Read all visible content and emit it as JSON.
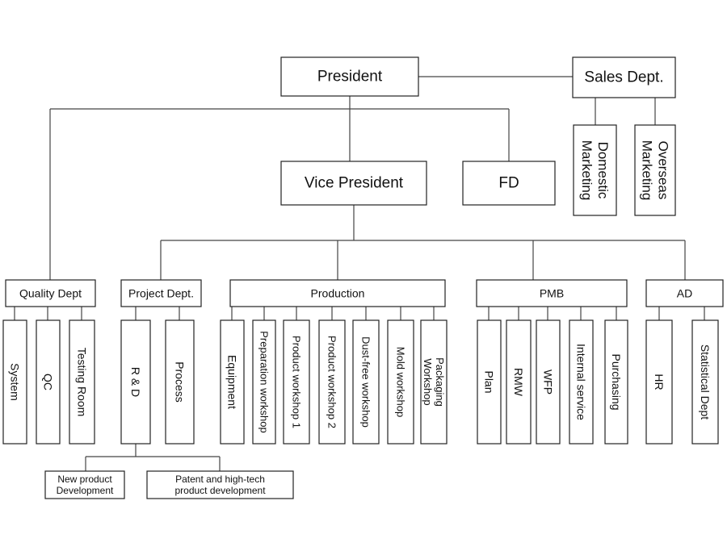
{
  "org_chart": {
    "nodes": [
      {
        "id": "president",
        "label": [
          "President"
        ],
        "parent": null
      },
      {
        "id": "sales",
        "label": [
          "Sales Dept."
        ],
        "parent": "president"
      },
      {
        "id": "domestic",
        "label": [
          "Domestic",
          "Marketing"
        ],
        "parent": "sales"
      },
      {
        "id": "overseas",
        "label": [
          "Overseas",
          "Marketing"
        ],
        "parent": "sales"
      },
      {
        "id": "vp",
        "label": [
          "Vice President"
        ],
        "parent": "president"
      },
      {
        "id": "fd",
        "label": [
          "FD"
        ],
        "parent": "president"
      },
      {
        "id": "quality",
        "label": [
          "Quality Dept"
        ],
        "parent": "president"
      },
      {
        "id": "system",
        "label": [
          "System"
        ],
        "parent": "quality"
      },
      {
        "id": "qc",
        "label": [
          "QC"
        ],
        "parent": "quality"
      },
      {
        "id": "testing",
        "label": [
          "Testing Room"
        ],
        "parent": "quality"
      },
      {
        "id": "project",
        "label": [
          "Project Dept."
        ],
        "parent": "vp"
      },
      {
        "id": "rd",
        "label": [
          "R & D"
        ],
        "parent": "project"
      },
      {
        "id": "process",
        "label": [
          "Process"
        ],
        "parent": "project"
      },
      {
        "id": "newprod",
        "label": [
          "New product",
          "Development"
        ],
        "parent": "rd"
      },
      {
        "id": "patent",
        "label": [
          "Patent and high-tech",
          "product development"
        ],
        "parent": "rd"
      },
      {
        "id": "production",
        "label": [
          "Production"
        ],
        "parent": "vp"
      },
      {
        "id": "equipment",
        "label": [
          "Equipment"
        ],
        "parent": "production"
      },
      {
        "id": "prepws",
        "label": [
          "Preparation workshop"
        ],
        "parent": "production"
      },
      {
        "id": "pw1",
        "label": [
          "Product workshop 1"
        ],
        "parent": "production"
      },
      {
        "id": "pw2",
        "label": [
          "Product workshop 2"
        ],
        "parent": "production"
      },
      {
        "id": "dustfree",
        "label": [
          "Dust-free workshop"
        ],
        "parent": "production"
      },
      {
        "id": "mold",
        "label": [
          "Mold workshop"
        ],
        "parent": "production"
      },
      {
        "id": "packaging",
        "label": [
          "Packaging",
          "Workshop"
        ],
        "parent": "production"
      },
      {
        "id": "pmb",
        "label": [
          "PMB"
        ],
        "parent": "vp"
      },
      {
        "id": "plan",
        "label": [
          "Plan"
        ],
        "parent": "pmb"
      },
      {
        "id": "rmw",
        "label": [
          "RMW"
        ],
        "parent": "pmb"
      },
      {
        "id": "wfp",
        "label": [
          "WFP"
        ],
        "parent": "pmb"
      },
      {
        "id": "internal",
        "label": [
          "Internal service"
        ],
        "parent": "pmb"
      },
      {
        "id": "purchasing",
        "label": [
          "Purchasing"
        ],
        "parent": "pmb"
      },
      {
        "id": "ad",
        "label": [
          "AD"
        ],
        "parent": "vp"
      },
      {
        "id": "hr",
        "label": [
          "HR"
        ],
        "parent": "ad"
      },
      {
        "id": "statdept",
        "label": [
          "Statistical Dept"
        ],
        "parent": "ad"
      }
    ]
  }
}
